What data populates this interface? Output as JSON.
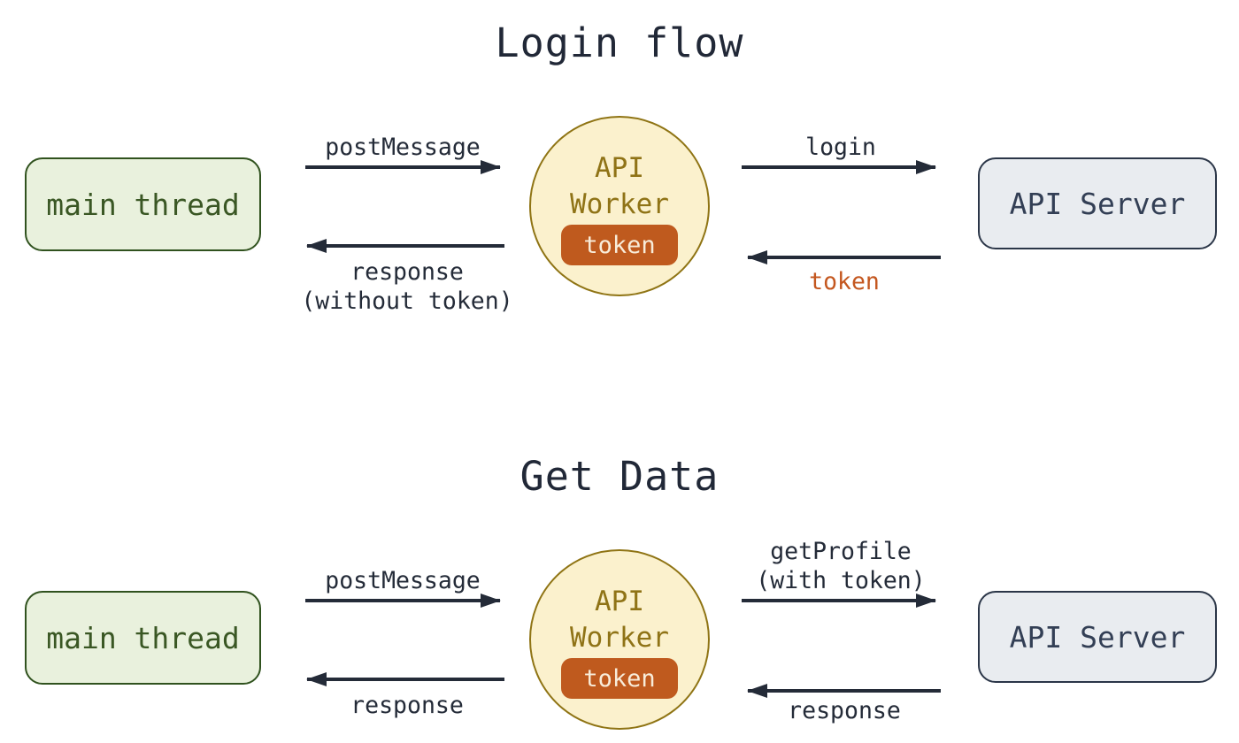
{
  "colors": {
    "background": "#ffffff",
    "ink": "#242b38",
    "title_text": "#212837",
    "main_thread_fill": "#e9f1dd",
    "main_thread_border": "#30521e",
    "main_thread_text": "#3a5724",
    "worker_fill": "#fbf1cd",
    "worker_border": "#8f7414",
    "worker_text": "#8f7316",
    "token_badge_fill": "#bf5a1e",
    "token_badge_text": "#f8ecd9",
    "server_fill": "#e9ecf0",
    "server_border": "#2b3648",
    "server_text": "#333f55",
    "token_label_text": "#c4571f"
  },
  "flows": [
    {
      "title": "Login flow",
      "main_thread": "main thread",
      "worker": {
        "line1": "API",
        "line2": "Worker",
        "badge": "token"
      },
      "server": "API Server",
      "messages": {
        "to_worker": "postMessage",
        "from_worker_line1": "response",
        "from_worker_line2": "(without token)",
        "to_server": "login",
        "from_server": "token"
      }
    },
    {
      "title": "Get Data",
      "main_thread": "main thread",
      "worker": {
        "line1": "API",
        "line2": "Worker",
        "badge": "token"
      },
      "server": "API Server",
      "messages": {
        "to_worker": "postMessage",
        "from_worker_line1": "response",
        "to_server_line1": "getProfile",
        "to_server_line2": "(with token)",
        "from_server": "response"
      }
    }
  ]
}
